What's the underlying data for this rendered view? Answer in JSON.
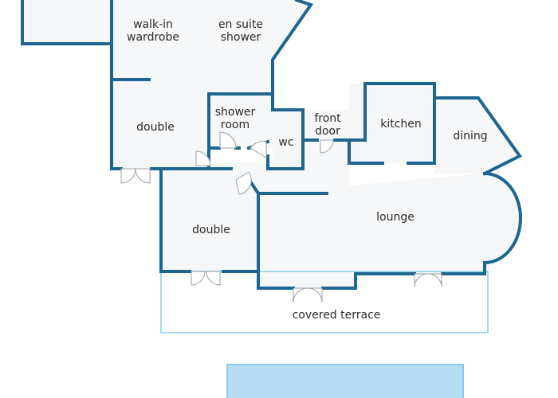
{
  "colors": {
    "wall": "#1c6690",
    "floor": "#f6f7f8",
    "terrace_outline": "#a8d8ea",
    "pool": "#b5ddf5",
    "text": "#2b2b2b"
  },
  "rooms": {
    "walk_in_wardrobe": "walk-in\nwardrobe",
    "en_suite_shower": "en suite\nshower",
    "double_upper": "double",
    "shower_room": "shower\nroom",
    "wc": "wc",
    "front_door": "front\ndoor",
    "kitchen": "kitchen",
    "dining": "dining",
    "double_lower": "double",
    "lounge": "lounge",
    "covered_terrace": "covered terrace"
  }
}
